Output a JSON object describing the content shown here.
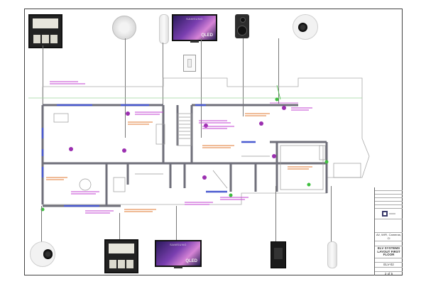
{
  "devices_top": [
    {
      "name": "thermostat-icon"
    },
    {
      "name": "ceiling-speaker-icon"
    },
    {
      "name": "wireless-access-point-icon"
    },
    {
      "name": "tv-icon",
      "brand": "SAMSUNG",
      "badge": "QLED"
    },
    {
      "name": "bookshelf-speaker-icon"
    },
    {
      "name": "dome-camera-icon"
    }
  ],
  "devices_bottom": [
    {
      "name": "dome-camera-icon"
    },
    {
      "name": "thermostat-icon"
    },
    {
      "name": "tv-icon",
      "brand": "SAMSUNG",
      "badge": "QLED"
    },
    {
      "name": "rack-panel-icon"
    },
    {
      "name": "wireless-access-point-icon"
    }
  ],
  "title_block": {
    "rows": [
      "",
      "",
      "",
      "",
      "",
      ""
    ],
    "description": "AV, WIFI, Cameras, Cl",
    "title": "ELV SYSTEMS LAYOUT FIRST FLOOR",
    "drawing_no": "ELV-02",
    "sheet": "2 of 5"
  },
  "colors": {
    "wall": "#6f6f7a",
    "ceiling_speaker_tag": "#9b2fb0",
    "wifi_tag": "#b03bc0",
    "data_text": "#c23fd0",
    "note_text": "#e07a30",
    "cable_green": "#3fbf3f",
    "accent_blue": "#4a5ad0"
  }
}
